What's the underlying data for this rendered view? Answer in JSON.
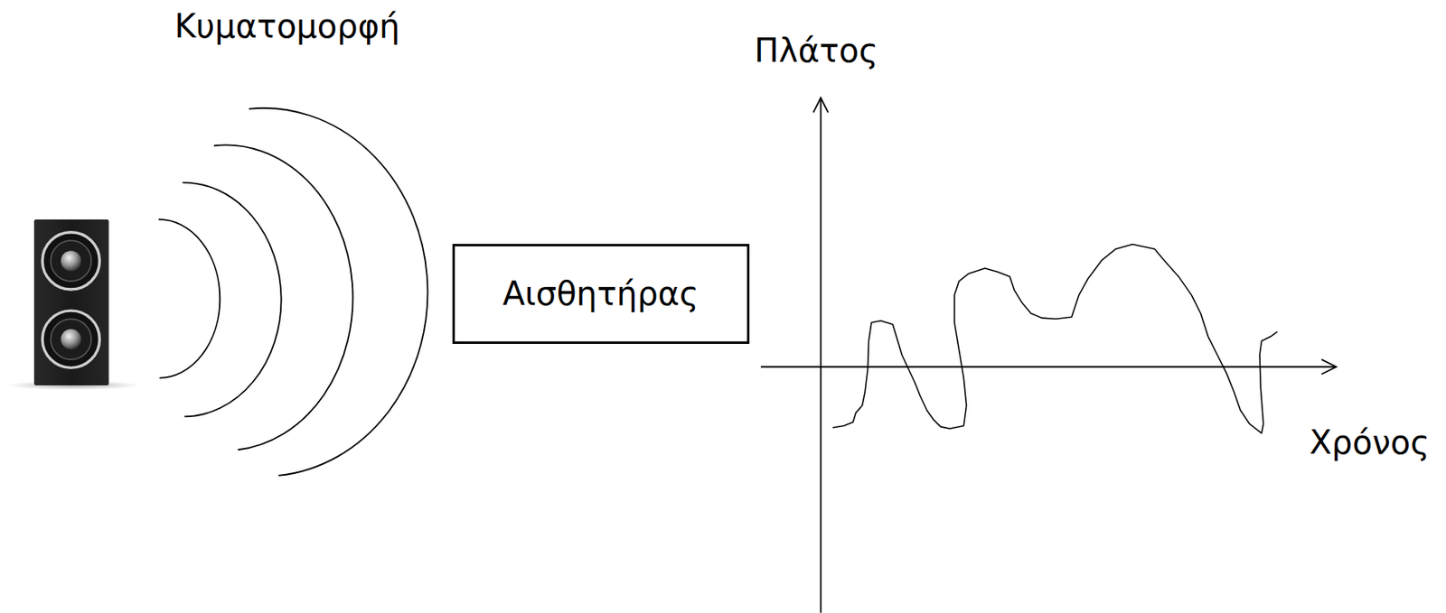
{
  "diagram": {
    "nodes": [
      {
        "text": [
          "Αισθητήρας"
        ]
      }
    ],
    "labels": [
      "Κυματομορφή",
      "Πλάτος",
      "Χρόνος"
    ]
  }
}
